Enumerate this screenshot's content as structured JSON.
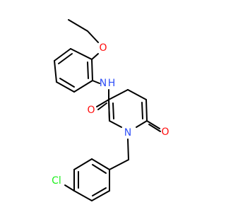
{
  "colors": {
    "bond": "#000000",
    "O": "#ff0d0d",
    "N": "#3050f8",
    "Cl": "#1ff01f",
    "background": "#ffffff"
  },
  "atoms": {
    "o_ether": "O",
    "n_amide": "N",
    "h_amide": "H",
    "o_amide": "O",
    "n_ring": "N",
    "o_ring": "O",
    "cl": "Cl"
  }
}
